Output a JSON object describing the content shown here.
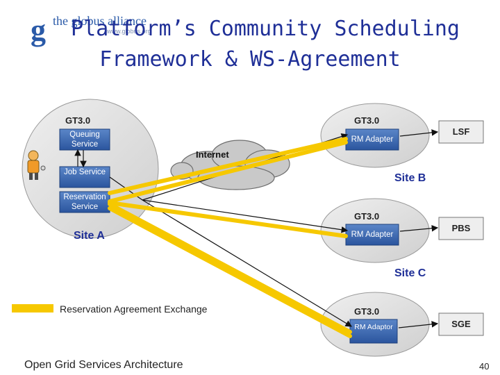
{
  "logo": {
    "letter": "g",
    "name": "the globus alliance",
    "url": "www.globus.org"
  },
  "title": {
    "line1": "Platform’s Community Scheduling",
    "line2": "Framework & WS-Agreement"
  },
  "site_a": {
    "container": "GT3.0",
    "services": [
      "Queuing Service",
      "Job Service",
      "Reservation Service"
    ],
    "label": "Site A"
  },
  "site_b": {
    "container": "GT3.0",
    "adapter": "RM Adapter",
    "scheduler": "LSF",
    "label": "Site B"
  },
  "site_c": {
    "container": "GT3.0",
    "adapter": "RM Adapter",
    "scheduler": "PBS",
    "label": "Site C"
  },
  "site_d": {
    "container": "GT3.0",
    "adapter": "RM Adaptor",
    "scheduler": "SGE"
  },
  "network": {
    "label": "Internet"
  },
  "legend": {
    "label": "Reservation Agreement Exchange",
    "color": "#f6c800"
  },
  "footer": {
    "text": "Open Grid Services Architecture"
  },
  "page_number": "40",
  "colors": {
    "title": "#1f2f97",
    "service_box": "#3a68b0",
    "container_fill": "#dadada",
    "agreement": "#f6c800"
  },
  "icons": [
    "globus-logo-icon",
    "user-icon",
    "internet-cloud-icon"
  ]
}
